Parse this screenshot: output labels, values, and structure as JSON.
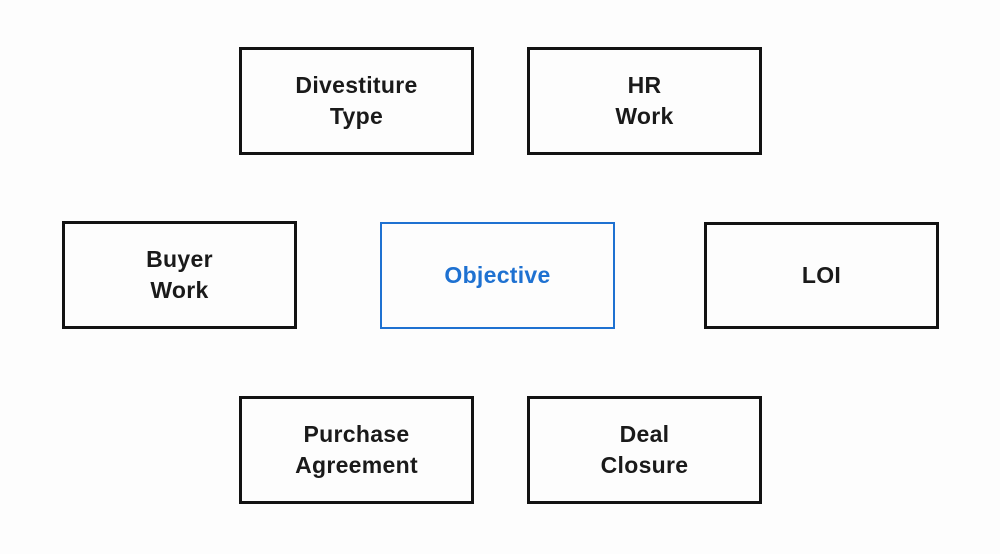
{
  "colors": {
    "background": "#fdfdfd",
    "node_border": "#121212",
    "node_text": "#1a1a1a",
    "accent": "#1e71d1"
  },
  "nodes": [
    {
      "id": "divestiture-type",
      "lines": [
        "Divestiture",
        "Type"
      ]
    },
    {
      "id": "hr-work",
      "lines": [
        "HR",
        "Work"
      ]
    },
    {
      "id": "buyer-work",
      "lines": [
        "Buyer",
        "Work"
      ]
    },
    {
      "id": "objective",
      "lines": [
        "Objective"
      ],
      "accent": true
    },
    {
      "id": "loi",
      "lines": [
        "LOI"
      ]
    },
    {
      "id": "purchase-agreement",
      "lines": [
        "Purchase",
        "Agreement"
      ]
    },
    {
      "id": "deal-closure",
      "lines": [
        "Deal",
        "Closure"
      ]
    }
  ]
}
